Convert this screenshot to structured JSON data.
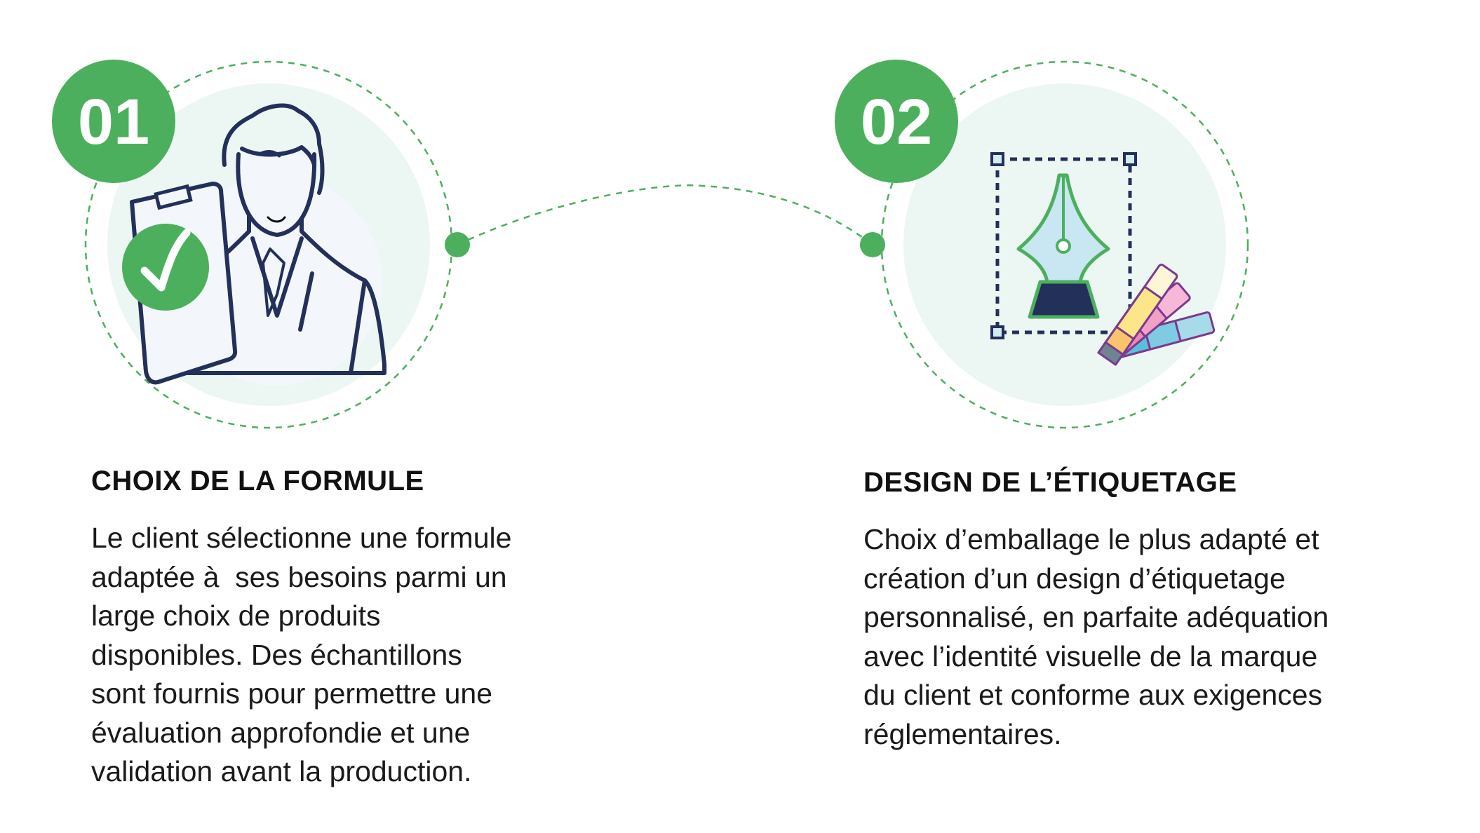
{
  "colors": {
    "accent": "#4caf5d",
    "circle_fill": "#ecf6f3",
    "ink": "#23305a"
  },
  "steps": [
    {
      "number": "01",
      "icon": "client-clipboard-check-icon",
      "title": "CHOIX DE LA FORMULE",
      "lines": [
        "Le client sélectionne une formule",
        "adaptée à  ses besoins parmi un",
        "large choix de produits",
        "disponibles. Des échantillons",
        "sont fournis pour permettre une",
        "évaluation approfondie et une",
        "validation avant la production."
      ]
    },
    {
      "number": "02",
      "icon": "pen-tool-color-swatches-icon",
      "title": "DESIGN DE L’ÉTIQUETAGE",
      "lines": [
        "Choix d’emballage le plus adapté et",
        "création d’un design d’étiquetage",
        "personnalisé, en parfaite adéquation",
        "avec l’identité visuelle de la marque",
        "du client et conforme aux exigences",
        "réglementaires."
      ]
    }
  ]
}
